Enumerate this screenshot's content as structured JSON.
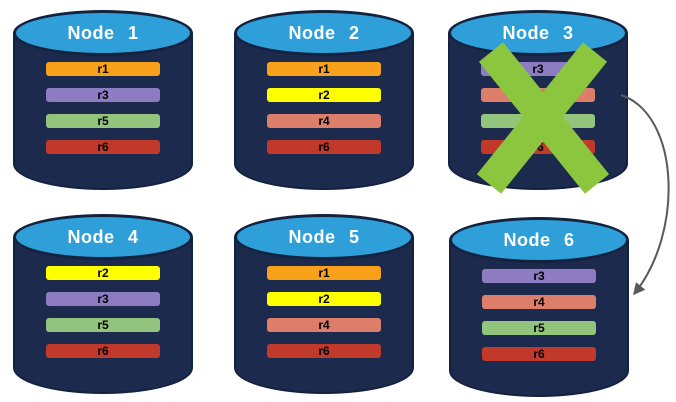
{
  "nodes": [
    {
      "name": "Node 1",
      "replicas": [
        {
          "label": "r1",
          "color": "#F9A11B"
        },
        {
          "label": "r3",
          "color": "#8E7CC3"
        },
        {
          "label": "r5",
          "color": "#93C47D"
        },
        {
          "label": "r6",
          "color": "#C0392B"
        }
      ]
    },
    {
      "name": "Node 2",
      "replicas": [
        {
          "label": "r1",
          "color": "#F9A11B"
        },
        {
          "label": "r2",
          "color": "#FFFF00"
        },
        {
          "label": "r4",
          "color": "#DD7E6B"
        },
        {
          "label": "r6",
          "color": "#C0392B"
        }
      ]
    },
    {
      "name": "Node 3",
      "failed": true,
      "replicas": [
        {
          "label": "r3",
          "color": "#8E7CC3"
        },
        {
          "label": "r4",
          "color": "#DD7E6B"
        },
        {
          "label": "r5",
          "color": "#93C47D"
        },
        {
          "label": "r6",
          "color": "#C0392B"
        }
      ]
    },
    {
      "name": "Node 4",
      "replicas": [
        {
          "label": "r2",
          "color": "#FFFF00"
        },
        {
          "label": "r3",
          "color": "#8E7CC3"
        },
        {
          "label": "r5",
          "color": "#93C47D"
        },
        {
          "label": "r6",
          "color": "#C0392B"
        }
      ]
    },
    {
      "name": "Node 5",
      "replicas": [
        {
          "label": "r1",
          "color": "#F9A11B"
        },
        {
          "label": "r2",
          "color": "#FFFF00"
        },
        {
          "label": "r4",
          "color": "#DD7E6B"
        },
        {
          "label": "r6",
          "color": "#C0392B"
        }
      ]
    },
    {
      "name": "Node 6",
      "replicas": [
        {
          "label": "r3",
          "color": "#8E7CC3"
        },
        {
          "label": "r4",
          "color": "#DD7E6B"
        },
        {
          "label": "r5",
          "color": "#93C47D"
        },
        {
          "label": "r6",
          "color": "#C0392B"
        }
      ]
    }
  ],
  "colors": {
    "cylinder_body": "#1B2A4D",
    "cylinder_top": "#2F9FD9",
    "x_mark": "#8CC63F",
    "arrow": "#595959",
    "bar_text": "#000000",
    "title_text": "#FFFFFF"
  }
}
